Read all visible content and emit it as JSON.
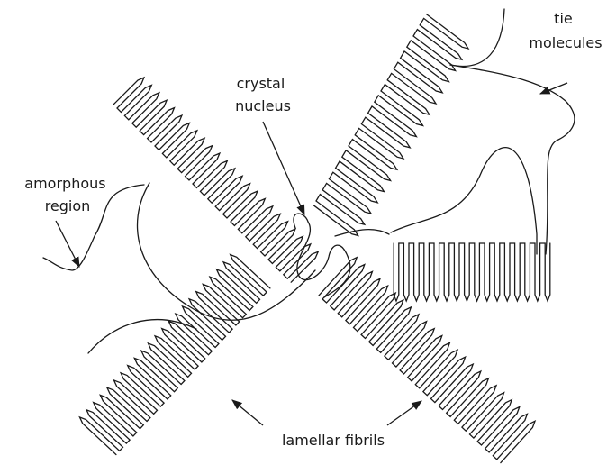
{
  "labels": {
    "tie_molecules": [
      "tie",
      "molecules"
    ],
    "crystal_nucleus": [
      "crystal",
      "nucleus"
    ],
    "amorphous_region": [
      "amorphous",
      "region"
    ],
    "lamellar_fibrils": "lamellar fibrils"
  },
  "colors": {
    "line": "#1a1a1a",
    "background": "#ffffff"
  }
}
